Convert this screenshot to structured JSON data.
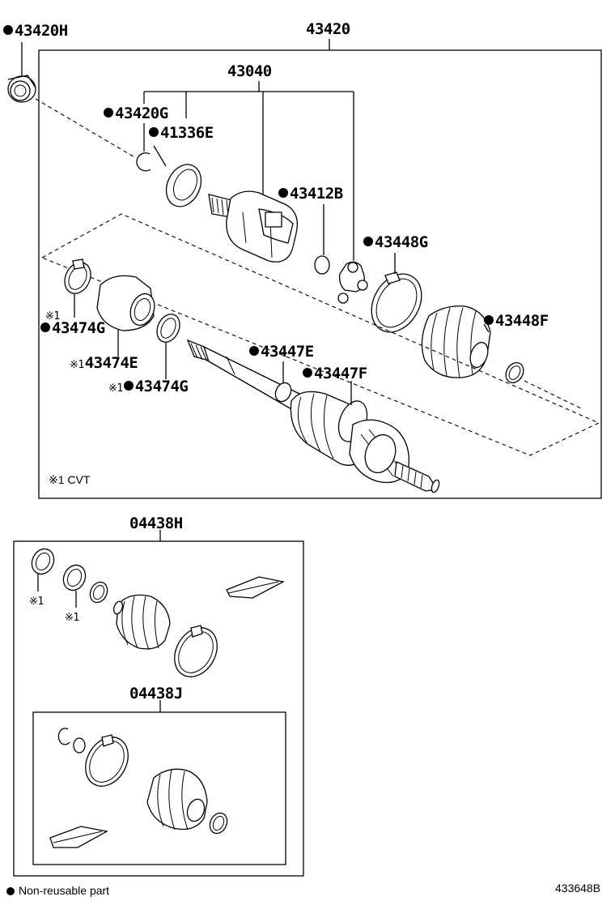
{
  "diagram": {
    "labels": {
      "p43420H": {
        "dot": true,
        "code": "43420H"
      },
      "p43420": {
        "code": "43420"
      },
      "p43040": {
        "code": "43040"
      },
      "p43420G": {
        "dot": true,
        "code": "43420G"
      },
      "p41336E": {
        "dot": true,
        "code": "41336E"
      },
      "p43412B": {
        "dot": true,
        "code": "43412B"
      },
      "p43448G": {
        "dot": true,
        "code": "43448G"
      },
      "p43448F": {
        "dot": true,
        "code": "43448F"
      },
      "p43474G_a": {
        "note": "※1",
        "dot": true,
        "code": "43474G"
      },
      "p43474E": {
        "note": "※1",
        "code": "43474E"
      },
      "p43474G_b": {
        "note": "※1",
        "dot": true,
        "code": "43474G"
      },
      "p43447E": {
        "dot": true,
        "code": "43447E"
      },
      "p43447F": {
        "dot": true,
        "code": "43447F"
      },
      "p04438H": {
        "code": "04438H"
      },
      "p04438J": {
        "code": "04438J"
      },
      "kit_note_a": {
        "note": "※1"
      },
      "kit_note_b": {
        "note": "※1"
      }
    },
    "footnote": "※1 CVT",
    "legend": "Non-reusable part",
    "drawing_code": "433648B"
  }
}
